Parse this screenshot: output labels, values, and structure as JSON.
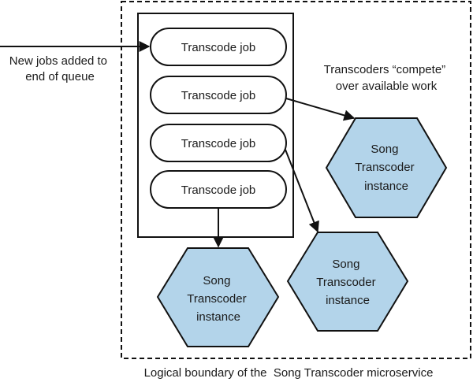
{
  "diagram": {
    "boundary_caption": "Logical boundary of the  Song Transcoder microservice",
    "incoming_note": [
      "New jobs added to",
      "end of queue"
    ],
    "compete_note": [
      "Transcoders “compete”",
      "over available work"
    ],
    "queue": {
      "jobs": [
        {
          "label": "Transcode job"
        },
        {
          "label": "Transcode job"
        },
        {
          "label": "Transcode job"
        },
        {
          "label": "Transcode job"
        }
      ]
    },
    "instances": [
      {
        "lines": [
          "Song",
          "Transcoder",
          "instance"
        ]
      },
      {
        "lines": [
          "Song",
          "Transcoder",
          "instance"
        ]
      },
      {
        "lines": [
          "Song",
          "Transcoder",
          "instance"
        ]
      }
    ],
    "colors": {
      "hex_fill": "#b3d4ea",
      "stroke": "#111111"
    }
  }
}
